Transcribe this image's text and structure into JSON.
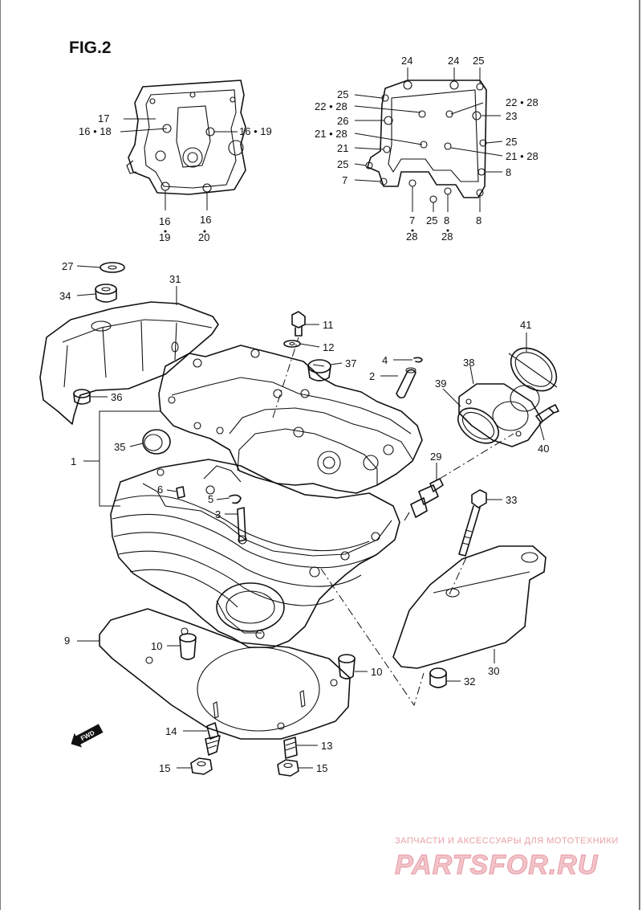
{
  "figure": {
    "title": "FIG.2"
  },
  "callouts": {
    "inset_left": [
      "17",
      "16 • 18",
      "16 • 19",
      "16",
      "19",
      "16",
      "20"
    ],
    "inset_right": [
      "24",
      "24",
      "25",
      "25",
      "22 • 28",
      "22 • 28",
      "26",
      "23",
      "21 • 28",
      "25",
      "21",
      "21 • 28",
      "25",
      "8",
      "7",
      "7",
      "28",
      "25",
      "8",
      "28",
      "8"
    ],
    "main": [
      "27",
      "34",
      "31",
      "36",
      "35",
      "1",
      "11",
      "12",
      "37",
      "4",
      "2",
      "41",
      "38",
      "39",
      "40",
      "6",
      "5",
      "3",
      "29",
      "33",
      "9",
      "10",
      "10",
      "30",
      "32",
      "14",
      "13",
      "15",
      "15"
    ]
  },
  "badge": {
    "label": "FWD"
  },
  "watermark": {
    "caption": "ЗАПЧАСТИ И АКСЕССУАРЫ ДЛЯ МОТОТЕХНИКИ",
    "logo": "PARTSFOR.RU",
    "color": "#e79aa4"
  },
  "colors": {
    "line": "#111111",
    "background": "#ffffff"
  }
}
